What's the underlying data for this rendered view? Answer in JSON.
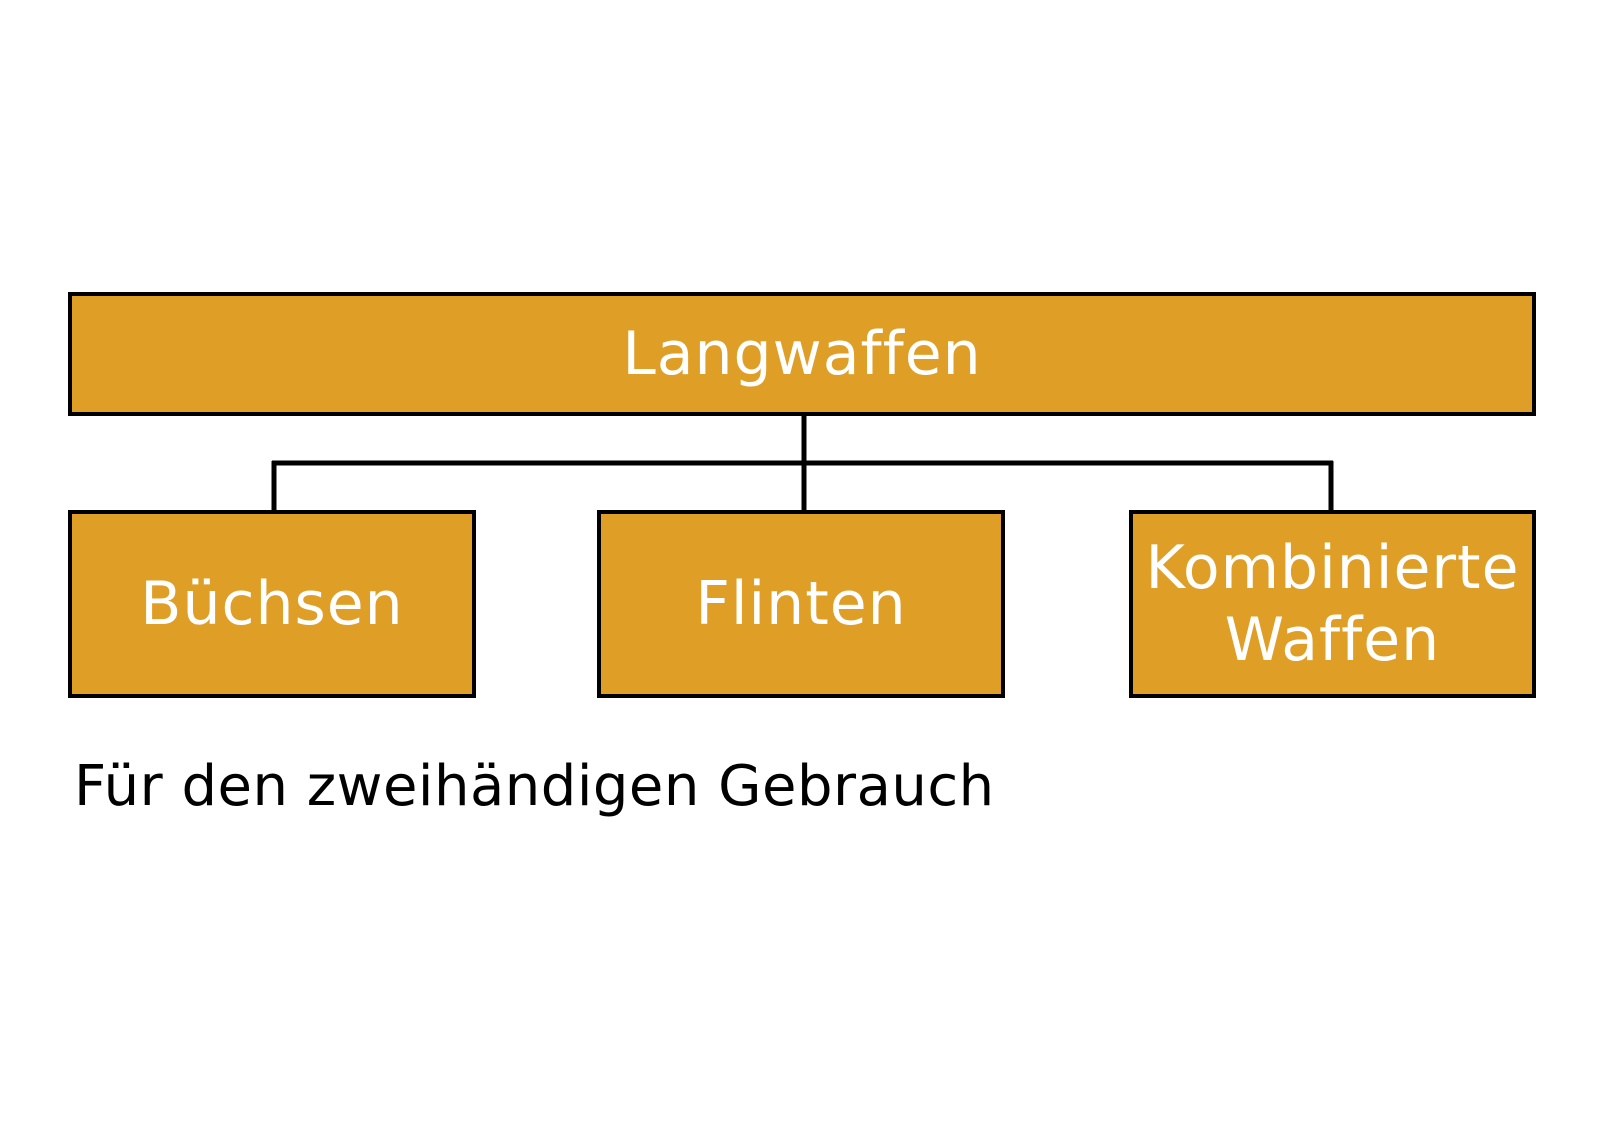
{
  "diagram": {
    "root": {
      "label": "Langwaffen"
    },
    "children": [
      {
        "id": "buechsen",
        "lines": [
          "Büchsen"
        ]
      },
      {
        "id": "flinten",
        "lines": [
          "Flinten"
        ]
      },
      {
        "id": "kombinierte-waffen",
        "lines": [
          "Kombinierte",
          "Waffen"
        ]
      }
    ],
    "caption": "Für den zweihändigen Gebrauch"
  },
  "colors": {
    "node_fill": "#df9f27",
    "node_border": "#000000",
    "node_text": "#ffffff",
    "caption_text": "#000000"
  }
}
